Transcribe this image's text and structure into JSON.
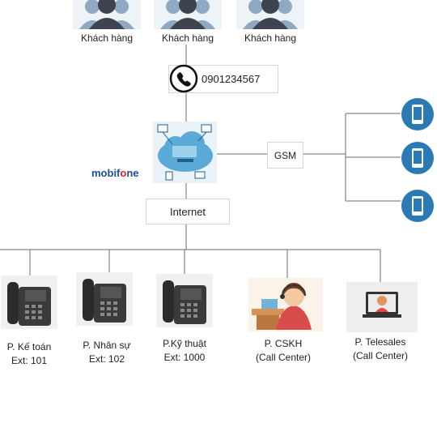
{
  "customers": [
    {
      "label": "Khách hàng"
    },
    {
      "label": "Khách hàng"
    },
    {
      "label": "Khách hàng"
    }
  ],
  "phone_number": "0901234567",
  "brand": {
    "prefix": "mobif",
    "o": "o",
    "suffix": "ne"
  },
  "gsm_label": "GSM",
  "internet_label": "Internet",
  "departments": [
    {
      "line1": "P. Kế toán",
      "line2": "Ext: 101",
      "icon": "desk-phone-icon"
    },
    {
      "line1": "P. Nhân sự",
      "line2": "Ext: 102",
      "icon": "desk-phone-icon"
    },
    {
      "line1": "P.Kỹ thuật",
      "line2": "Ext: 1000",
      "icon": "desk-phone-icon"
    },
    {
      "line1": "P. CSKH",
      "line2": "(Call Center)",
      "icon": "call-center-agent-icon"
    },
    {
      "line1": "P. Telesales",
      "line2": "(Call Center)",
      "icon": "telesales-agent-icon"
    }
  ],
  "colors": {
    "line": "#6b6b6b",
    "mobile_blue": "#2a7bb5",
    "cloud_blue": "#5aa9d6",
    "brand_blue": "#1a4fa3",
    "brand_red": "#e21b23"
  }
}
